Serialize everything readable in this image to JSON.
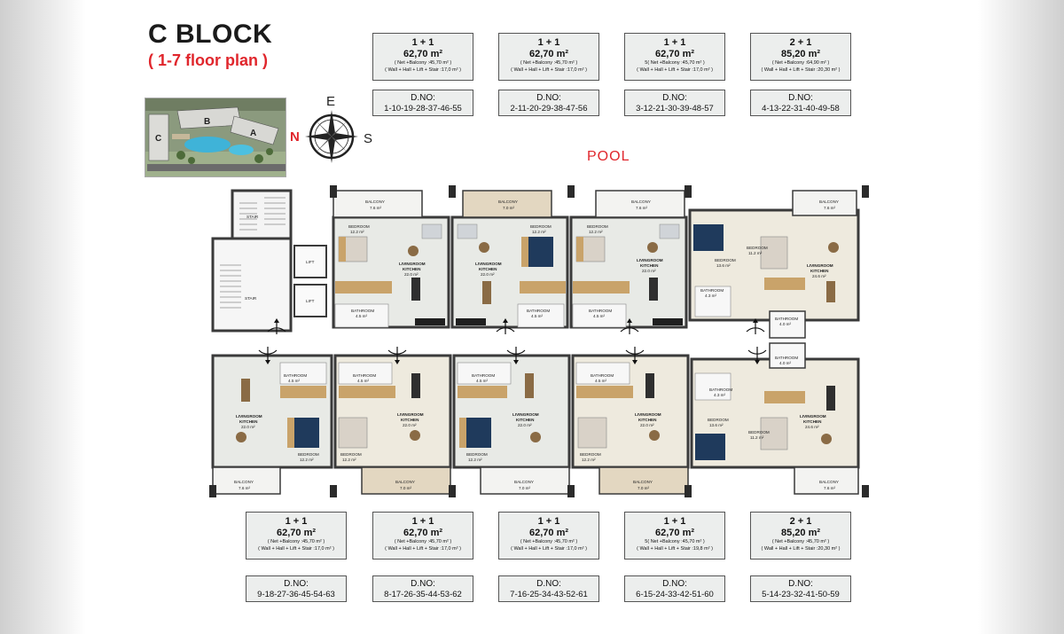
{
  "header": {
    "title": "C BLOCK",
    "subtitle": "( 1-7 floor plan )"
  },
  "compass": {
    "n": "N",
    "e": "E",
    "s": "S"
  },
  "site_thumbnail": {
    "labels": [
      "B",
      "A",
      "C"
    ]
  },
  "pool_label": "POOL",
  "top_units": [
    {
      "type": "1 + 1",
      "area": "62,70 m²",
      "net": "( Net +Balcony :45,70 m² )",
      "wall": "( Wall + Hall + Lift + Stair :17,0 m² )",
      "dno_label": "D.NO:",
      "dno": "1-10-19-28-37-46-55"
    },
    {
      "type": "1 + 1",
      "area": "62,70 m²",
      "net": "( Net +Balcony :45,70 m² )",
      "wall": "( Wall + Hall + Lift + Stair :17,0 m² )",
      "dno_label": "D.NO:",
      "dno": "2-11-20-29-38-47-56"
    },
    {
      "type": "1 + 1",
      "area": "62,70 m²",
      "net": "5( Net +Balcony :45,70 m² )",
      "wall": "( Wall + Hall + Lift + Stair :17,0 m² )",
      "dno_label": "D.NO:",
      "dno": "3-12-21-30-39-48-57"
    },
    {
      "type": "2 + 1",
      "area": "85,20 m²",
      "net": "( Net +Balcony :64,90 m² )",
      "wall": "( Wall + Hall + Lift + Stair :20,30 m² )",
      "dno_label": "D.NO:",
      "dno": "4-13-22-31-40-49-58"
    }
  ],
  "bottom_units": [
    {
      "type": "1 + 1",
      "area": "62,70 m²",
      "net": "( Net +Balcony :45,70 m² )",
      "wall": "( Wall + Hall + Lift + Stair :17,0 m² )",
      "dno_label": "D.NO:",
      "dno": "9-18-27-36-45-54-63"
    },
    {
      "type": "1 + 1",
      "area": "62,70 m²",
      "net": "( Net +Balcony :45,70 m² )",
      "wall": "( Wall + Hall + Lift + Stair :17,0 m² )",
      "dno_label": "D.NO:",
      "dno": "8-17-26-35-44-53-62"
    },
    {
      "type": "1 + 1",
      "area": "62,70 m²",
      "net": "( Net +Balcony :45,70 m² )",
      "wall": "( Wall + Hall + Lift + Stair :17,0 m² )",
      "dno_label": "D.NO:",
      "dno": "7-16-25-34-43-52-61"
    },
    {
      "type": "1 + 1",
      "area": "62,70 m²",
      "net": "5( Net +Balcony :45,70 m² )",
      "wall": "( Wall + Hall + Lift + Stair :19,8 m² )",
      "dno_label": "D.NO:",
      "dno": "6-15-24-33-42-51-60"
    },
    {
      "type": "2 + 1",
      "area": "85,20 m²",
      "net": "( Net +Balcony :45,70 m² )",
      "wall": "( Wall + Hall + Lift + Stair :20,30 m² )",
      "dno_label": "D.NO:",
      "dno": "5-14-23-32-41-50-59"
    }
  ],
  "plan_labels": {
    "stair": "STAIR",
    "lift": "LIFT",
    "balcony": "BALCONY",
    "bedroom": "BEDROOM",
    "bathroom": "BATHROOM",
    "livingroom": "LIVINGROOM",
    "kitchen": "KITCHEN",
    "area_balcony": "7.6 m²",
    "area_balcony_b": "7.0 m²",
    "area_bedroom": "12.2 m²",
    "area_bedroom_b": "13.6 m²",
    "area_bedroom_c": "11.2 m²",
    "area_bathroom": "4.5 m²",
    "area_bathroom_b": "4.3 m²",
    "area_bathroom_c": "4.0 m²",
    "area_living": "22.0 m²",
    "area_living_b": "24.6 m²"
  },
  "colors": {
    "title": "#1a1a1a",
    "accent_red": "#e0262c",
    "box_fill": "#eceeed",
    "wall": "#3a3a3a",
    "floor_tile": "#e6e8e4",
    "bed_navy": "#1f3a5c",
    "wood": "#c9a36a"
  }
}
